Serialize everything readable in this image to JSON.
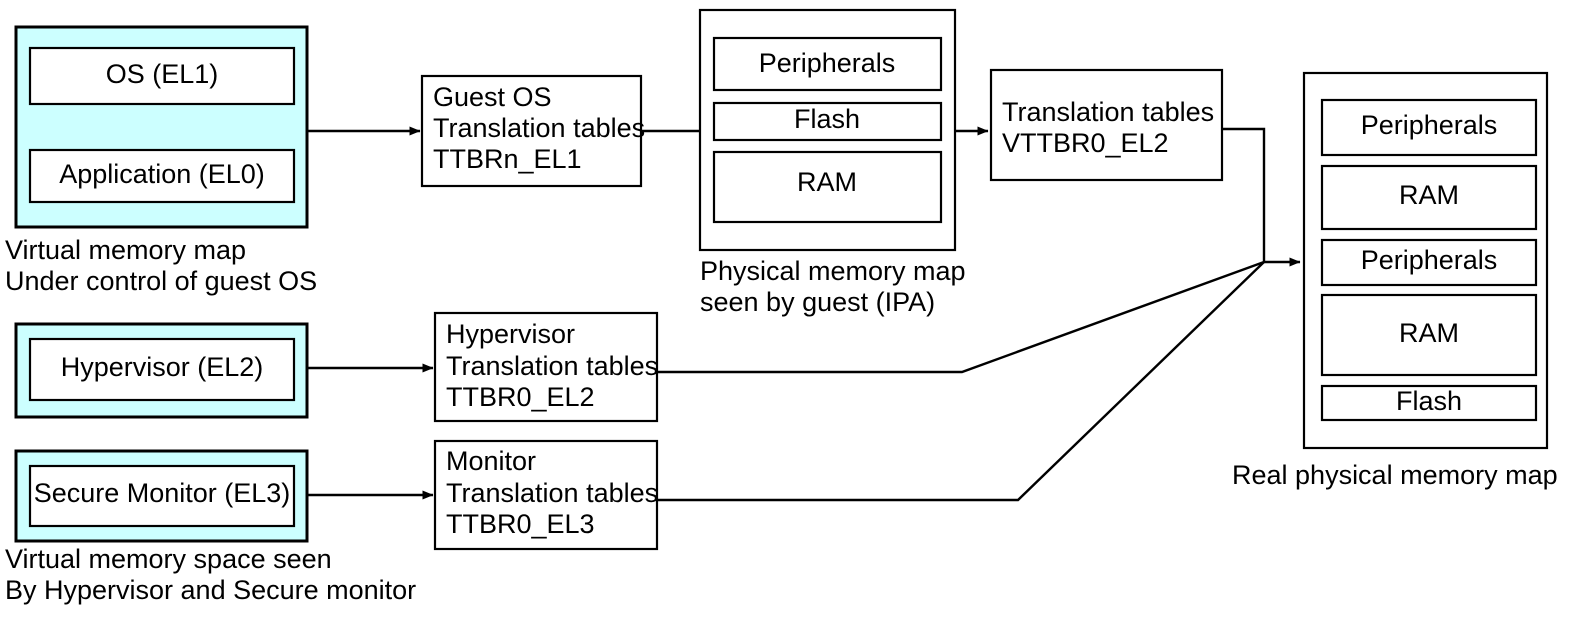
{
  "diagram": {
    "title": "ARM virtualization address translation stages",
    "colors": {
      "vm_block_fill": "#ccffff",
      "box_fill": "#ffffff",
      "stroke": "#000000"
    },
    "guest_vm": {
      "blocks": [
        {
          "label": "OS (EL1)"
        },
        {
          "label": "Application (EL0)"
        }
      ],
      "caption_line1": "Virtual memory map",
      "caption_line2": "Under control of guest OS"
    },
    "guest_tt": {
      "line1": "Guest OS",
      "line2": "Translation tables",
      "line3": "TTBRn_EL1"
    },
    "ipa_map": {
      "regions": [
        {
          "label": "Peripherals"
        },
        {
          "label": "Flash"
        },
        {
          "label": "RAM"
        }
      ],
      "caption_line1": "Physical memory map",
      "caption_line2": "seen by guest (IPA)"
    },
    "stage2_tt": {
      "line1": "Translation tables",
      "line2": "VTTBR0_EL2"
    },
    "privileged_vm": {
      "hypervisor_label": "Hypervisor (EL2)",
      "monitor_label": "Secure Monitor (EL3)",
      "caption_line1": "Virtual memory space seen",
      "caption_line2": "By Hypervisor and Secure monitor"
    },
    "hyp_tt": {
      "line1": "Hypervisor",
      "line2": "Translation tables",
      "line3": "TTBR0_EL2"
    },
    "mon_tt": {
      "line1": "Monitor",
      "line2": "Translation tables",
      "line3": "TTBR0_EL3"
    },
    "real_map": {
      "regions": [
        {
          "label": "Peripherals"
        },
        {
          "label": "RAM"
        },
        {
          "label": "Peripherals"
        },
        {
          "label": "RAM"
        },
        {
          "label": "Flash"
        }
      ],
      "caption": "Real physical memory map"
    }
  }
}
